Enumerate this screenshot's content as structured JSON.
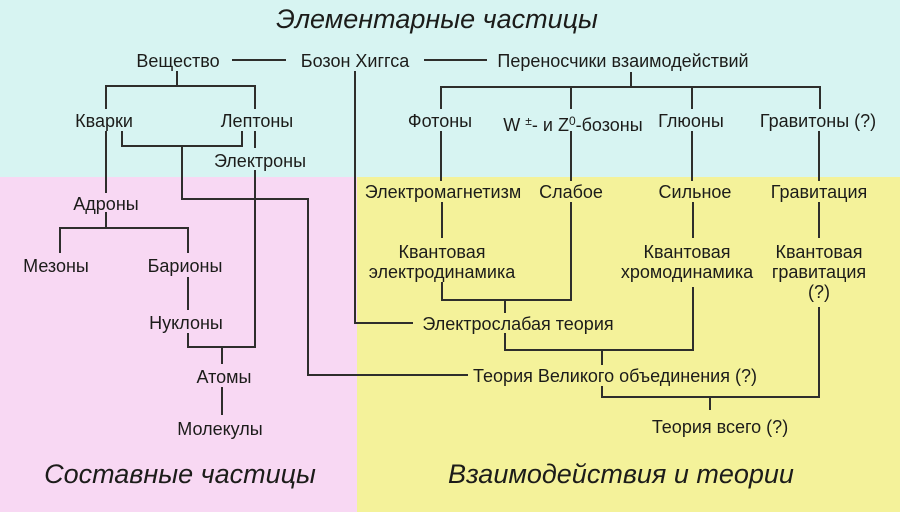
{
  "title": "Элементарные частицы",
  "headings": {
    "composite": "Составные частицы",
    "interactions": "Взаимодействия и теории"
  },
  "nodes": {
    "matter": "Вещество",
    "higgs": "Бозон Хиггса",
    "carriers": "Переносчики взаимодействий",
    "quarks": "Кварки",
    "leptons": "Лептоны",
    "electrons": "Электроны",
    "photons": "Фотоны",
    "wz": {
      "pre": "W ",
      "sup1": "±",
      "mid": "- и Z",
      "sup2": "0",
      "post": "-бозоны"
    },
    "gluons": "Глюоны",
    "gravitons": "Гравитоны (?)",
    "hadrons": "Адроны",
    "mesons": "Мезоны",
    "baryons": "Барионы",
    "nucleons": "Нуклоны",
    "atoms": "Атомы",
    "molecules": "Молекулы",
    "electromagnetism": "Электромагнетизм",
    "weak": "Слабое",
    "strong": "Сильное",
    "gravity": "Гравитация",
    "qed": "Квантовая электродинамика",
    "qcd": "Квантовая хромодинамика",
    "quantum_gravity": "Квантовая гравитация (?)",
    "electroweak": "Электрослабая теория",
    "gut": "Теория Великого объединения (?)",
    "toe": "Теория всего (?)"
  },
  "colors": {
    "elementary_bg": "#d7f4f2",
    "composite_bg": "#f8d8f3",
    "interactions_bg": "#f4f29a",
    "line": "#2e2e2c",
    "text": "#1c1c1a"
  }
}
